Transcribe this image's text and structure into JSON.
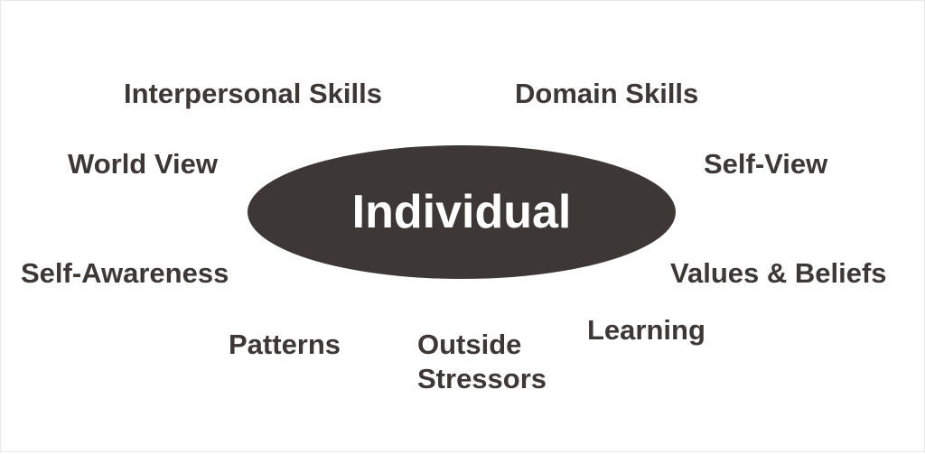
{
  "center": "Individual",
  "labels": {
    "interpersonal": "Interpersonal Skills",
    "domain": "Domain Skills",
    "world": "World View",
    "self_view": "Self-View",
    "self_awareness": "Self-Awareness",
    "values": "Values & Beliefs",
    "patterns": "Patterns",
    "outside": "Outside",
    "stressors": "Stressors",
    "learning": "Learning"
  },
  "colors": {
    "ellipse": "#3d3835",
    "text": "#3d3835"
  }
}
